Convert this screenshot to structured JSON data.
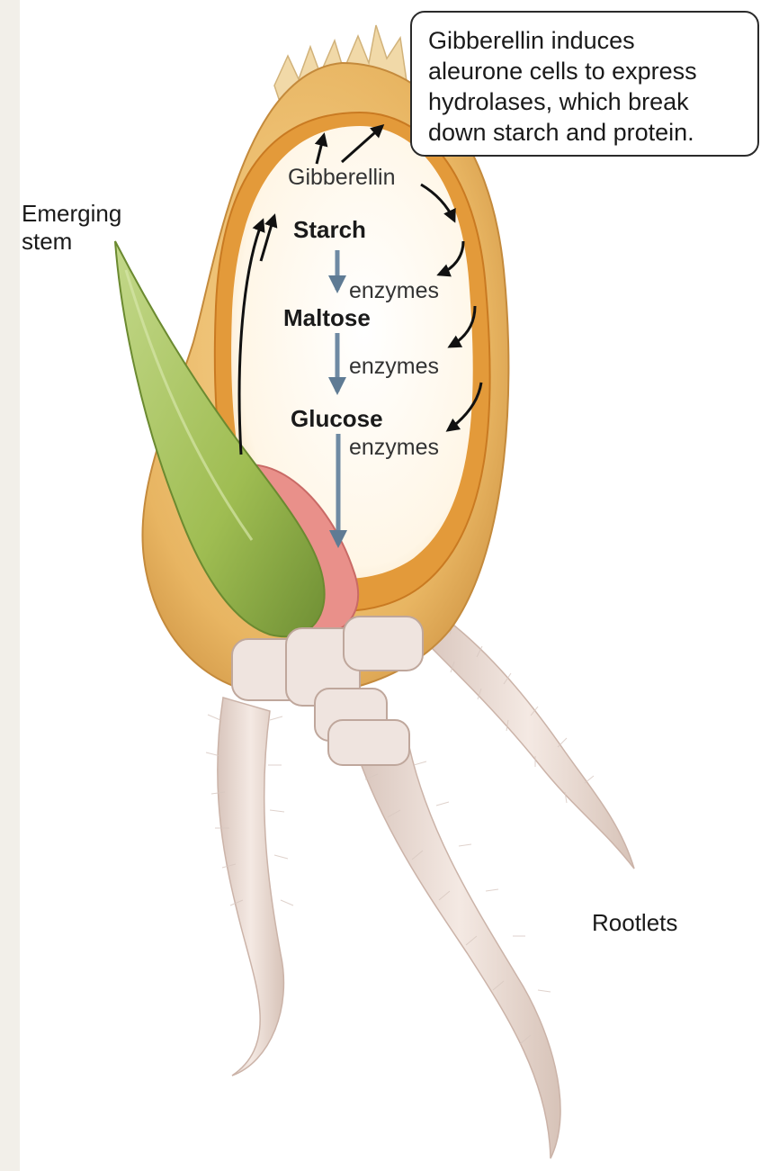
{
  "callout": {
    "lines": [
      "Gibberellin induces",
      "aleurone cells to express",
      "hydrolases, which break",
      "down starch and protein."
    ]
  },
  "labels": {
    "emerging_stem": [
      "Emerging",
      "stem"
    ],
    "rootlets": "Rootlets",
    "gibberellin": "Gibberellin",
    "starch": "Starch",
    "maltose": "Maltose",
    "glucose": "Glucose",
    "enzymes": [
      "enzymes",
      "enzymes",
      "enzymes"
    ]
  },
  "colors": {
    "seed_coat": "#e8b562",
    "aleurone": "#e39a3a",
    "endosperm": "#fff9ef",
    "stem": "#a8c45a",
    "scutellum": "#e9908a",
    "rootlet": "#ecdcd4"
  }
}
